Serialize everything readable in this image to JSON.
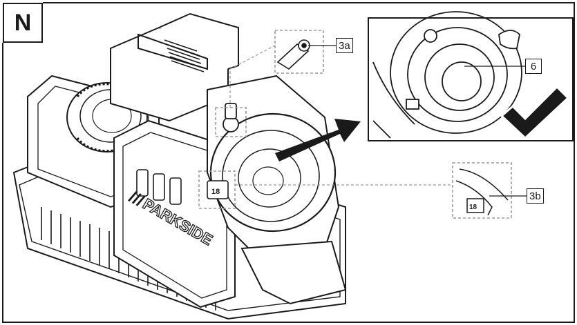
{
  "figure": {
    "panel_letter": "N",
    "brand_label": "PARKSIDE",
    "callouts": {
      "part_3a": "3a",
      "part_3b": "3b",
      "part_6": "6"
    },
    "dial_marking": "18",
    "check_mark": "correct-fit",
    "icons": [
      "arrow-right-icon",
      "checkmark-icon"
    ]
  }
}
